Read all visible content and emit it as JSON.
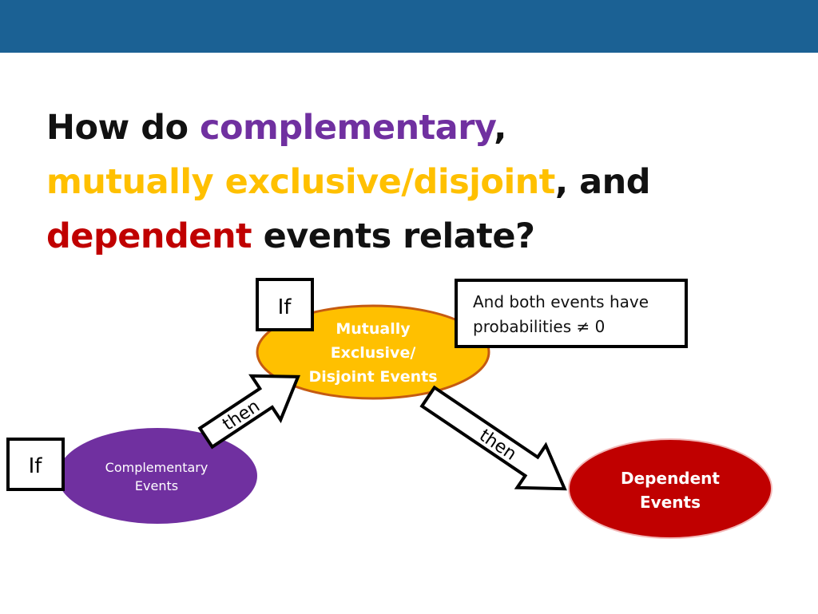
{
  "header": {
    "band_color": "#1b6194"
  },
  "title": {
    "line1_lead": "How do ",
    "line1_word": "complementary",
    "line1_tail": ",",
    "line2_word": "mutually exclusive/disjoint",
    "line2_tail": ", and",
    "line3_word": "dependent",
    "line3_tail": " events relate?"
  },
  "colors": {
    "complementary": "#7030a0",
    "mutually_exclusive": "#ffc000",
    "dependent": "#c00000",
    "band": "#1b6194"
  },
  "diagram": {
    "if_box_left": "If",
    "if_box_top": "If",
    "condition_box": {
      "line1": "And both events have",
      "line2": "probabilities ≠ 0"
    },
    "complementary_node": {
      "line1": "Complementary",
      "line2": "Events"
    },
    "mutually_exclusive_node": {
      "line1": "Mutually",
      "line2": "Exclusive/",
      "line3": "Disjoint Events"
    },
    "dependent_node": {
      "line1": "Dependent",
      "line2": "Events"
    },
    "arrow_up_label": "then",
    "arrow_down_label": "then"
  }
}
